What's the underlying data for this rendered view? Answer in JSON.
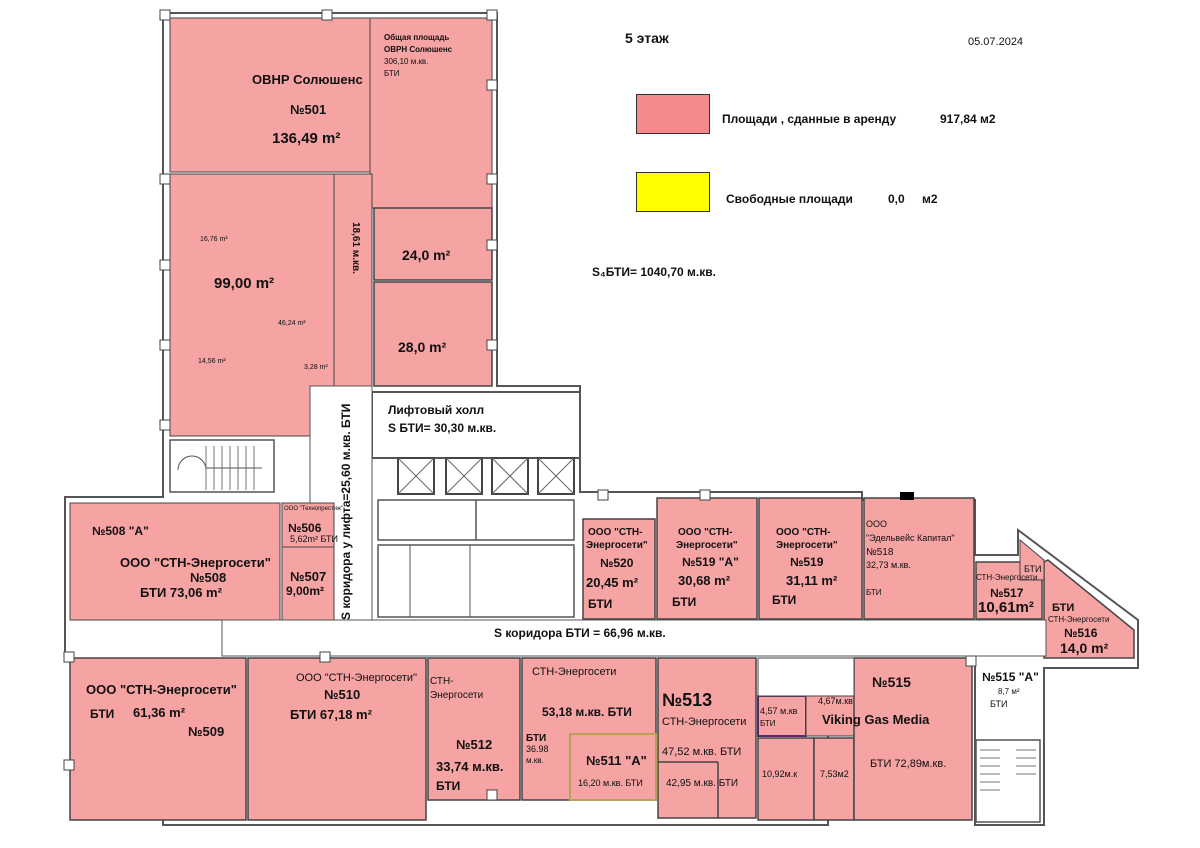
{
  "header": {
    "floor_title": "5 этаж",
    "date": "05.07.2024",
    "total_area": "S₄БТИ= 1040,70 м.кв."
  },
  "legend": {
    "rented_label": "Площади , сданные в аренду",
    "rented_value": "917,84 м2",
    "free_label": "Свободные площади",
    "free_value": "0,0",
    "free_unit": "м2",
    "colors": {
      "rented": "#f5a3a3",
      "rented_swatch": "#f58a8a",
      "free": "#ffff00"
    }
  },
  "rooms": {
    "r501": {
      "note_line1": "Общая площадь",
      "note_line2": "ОВРН Солюшенс",
      "note_line3": "306,10 м.кв.",
      "note_line4": "БТИ",
      "tenant": "ОВНР Солюшенс",
      "number": "№501",
      "area": "136,49 m²"
    },
    "r_left_mid": {
      "area": "99,00 m²",
      "sub1": "16,76 m²",
      "sub2": "46,24 m²",
      "sub3": "14,56 m²",
      "sub4": "3,28 m²"
    },
    "corridor_upper": "18,61 м.кв.",
    "r_24": "24,0 m²",
    "r_28": "28,0 m²",
    "lift_hall": {
      "title": "Лифтовый холл",
      "area": "S БТИ= 30,30 м.кв."
    },
    "corridor_lift": "S коридора у лифта=25,60 м.кв. БТИ",
    "corridor_main": "S коридора БТИ = 66,96 м.кв.",
    "r508a": {
      "number": "№508 \"А\""
    },
    "r508": {
      "tenant": "ООО \"СТН-Энергосети\"",
      "number": "№508",
      "area_label": "БТИ  73,06  m²"
    },
    "r506": {
      "tenant": "ООО \"Технопрестиж\"",
      "number": "№506",
      "area": "5,62m² БТИ"
    },
    "r507": {
      "number": "№507",
      "area": "9,00m²"
    },
    "r520": {
      "tenant1": "ООО \"СТН-",
      "tenant2": "Энергосети\"",
      "number": "№520",
      "area": "20,45 m²",
      "bti": "БТИ"
    },
    "r519a": {
      "tenant1": "ООО \"СТН-",
      "tenant2": "Энергосети\"",
      "number": "№519 \"А\"",
      "area": "30,68 m²",
      "bti": "БТИ"
    },
    "r519": {
      "tenant1": "ООО \"СТН-",
      "tenant2": "Энергосети\"",
      "number": "№519",
      "area": "31,11 m²",
      "bti": "БТИ"
    },
    "r518": {
      "tenant1": "ООО",
      "tenant2": "\"Эдельвейс Капитал\"",
      "number": "№518",
      "area": "32,73 м.кв.",
      "bti": "БТИ"
    },
    "r517": {
      "bti_top": "БТИ",
      "tenant": "СТН-Энергосети",
      "number": "№517",
      "area": "10,61m²"
    },
    "r516": {
      "bti": "БТИ",
      "tenant": "СТН-Энергосети",
      "number": "№516",
      "area": "14,0 m²"
    },
    "r509": {
      "tenant": "ООО \"СТН-Энергосети\"",
      "bti": "БТИ",
      "area": "61,36 m²",
      "number": "№509"
    },
    "r510": {
      "tenant": "ООО \"СТН-Энергосети\"",
      "number": "№510",
      "area": "БТИ 67,18 m²"
    },
    "r512": {
      "tenant1": "СТН-",
      "tenant2": "Энергосети",
      "number": "№512",
      "area": "33,74 м.кв.",
      "bti": "БТИ"
    },
    "r511": {
      "tenant": "СТН-Энергосети",
      "area_main": "53,18 м.кв. БТИ",
      "sub_area1": "36.98",
      "sub_area2": "м.кв.",
      "number": "№511 \"А\"",
      "area": "16,20 м.кв. БТИ"
    },
    "r513": {
      "number": "№513",
      "tenant": "СТН-Энергосети",
      "area1": "47,52 м.кв. БТИ",
      "area2": "42,95 м.кв. БТИ"
    },
    "r514": {
      "a1": "4,57 м.кв",
      "a1b": "БТИ",
      "a2": "4,67м.кв",
      "a3": "10,92м.к",
      "a4": "7,53м2"
    },
    "r515": {
      "number": "№515",
      "tenant": "Viking Gas Media",
      "area": "БТИ 72,89м.кв."
    },
    "r515a": {
      "number": "№515 \"А\"",
      "area": "8,7 м²",
      "bti": "БТИ"
    }
  }
}
